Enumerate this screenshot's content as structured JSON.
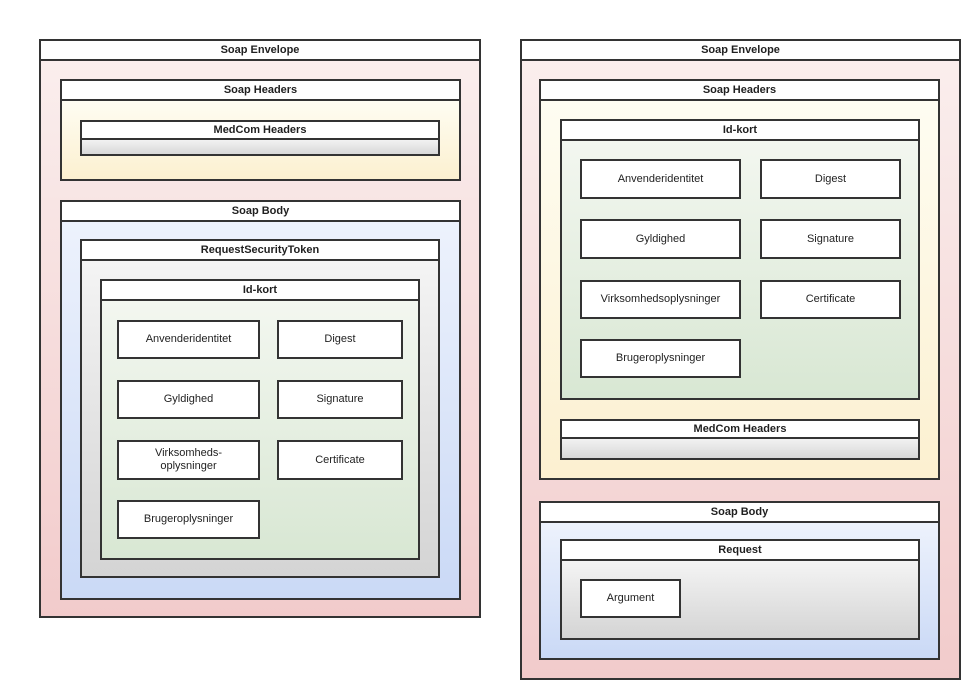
{
  "colors": {
    "border": "#333333",
    "text": "#1f1f1f",
    "header_bg": "#ffffff",
    "pink_top": "#faeeed",
    "pink_bottom": "#f2cbcb",
    "yellow_top": "#fefdf2",
    "yellow_bottom": "#fcf0d0",
    "blue_top": "#edf2fc",
    "blue_bottom": "#cad9f6",
    "gray_top": "#f4f4f4",
    "gray_bottom": "#d4d4d4",
    "green_top": "#f3f7f0",
    "green_bottom": "#d8e7d3",
    "graybar_top": "#f2f2f2",
    "graybar_bottom": "#d8d8d8"
  },
  "left_diagram": {
    "envelope_label": "Soap Envelope",
    "soap_headers_label": "Soap Headers",
    "medcom_headers_label": "MedCom Headers",
    "soap_body_label": "Soap Body",
    "request_security_token_label": "RequestSecurityToken",
    "id_kort_label": "Id-kort",
    "items": [
      "Anvenderidentitet",
      "Digest",
      "Gyldighed",
      "Signature",
      "Virksomheds-\noplysninger",
      "Certificate",
      "Brugeroplysninger"
    ]
  },
  "right_diagram": {
    "envelope_label": "Soap Envelope",
    "soap_headers_label": "Soap Headers",
    "id_kort_label": "Id-kort",
    "items": [
      "Anvenderidentitet",
      "Digest",
      "Gyldighed",
      "Signature",
      "Virksomhedsoplysninger",
      "Certificate",
      "Brugeroplysninger"
    ],
    "medcom_headers_label": "MedCom Headers",
    "soap_body_label": "Soap Body",
    "request_label": "Request",
    "argument_label": "Argument"
  }
}
